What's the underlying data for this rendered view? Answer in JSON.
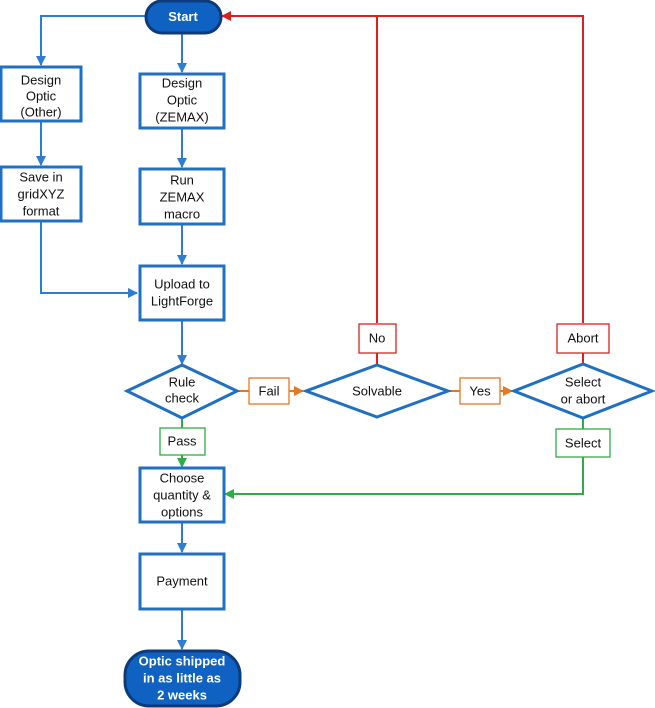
{
  "colors": {
    "box": "#1f6fc3",
    "terminal_fill": "#0f62c2",
    "terminal_stroke": "#0c3a7a",
    "arrow_blue": "#2e7dd1",
    "fail": "#e87722",
    "loop": "#dd1f1f",
    "pass": "#2cae45"
  },
  "nodes": {
    "start": "Start",
    "design_other": [
      "Design",
      "Optic",
      "(Other)"
    ],
    "save_grid": [
      "Save in",
      "gridXYZ",
      "format"
    ],
    "design_zemax": [
      "Design",
      "Optic",
      "(ZEMAX)"
    ],
    "run_macro": [
      "Run",
      "ZEMAX",
      "macro"
    ],
    "upload": [
      "Upload to",
      "LightForge"
    ],
    "rule_check": [
      "Rule",
      "check"
    ],
    "solvable": "Solvable",
    "select_abort": [
      "Select",
      "or abort"
    ],
    "choose": [
      "Choose",
      "quantity &",
      "options"
    ],
    "payment": "Payment",
    "end": [
      "Optic shipped",
      "in as little as",
      "2 weeks"
    ]
  },
  "edge_labels": {
    "fail": "Fail",
    "yes": "Yes",
    "no": "No",
    "abort": "Abort",
    "pass": "Pass",
    "select": "Select"
  }
}
